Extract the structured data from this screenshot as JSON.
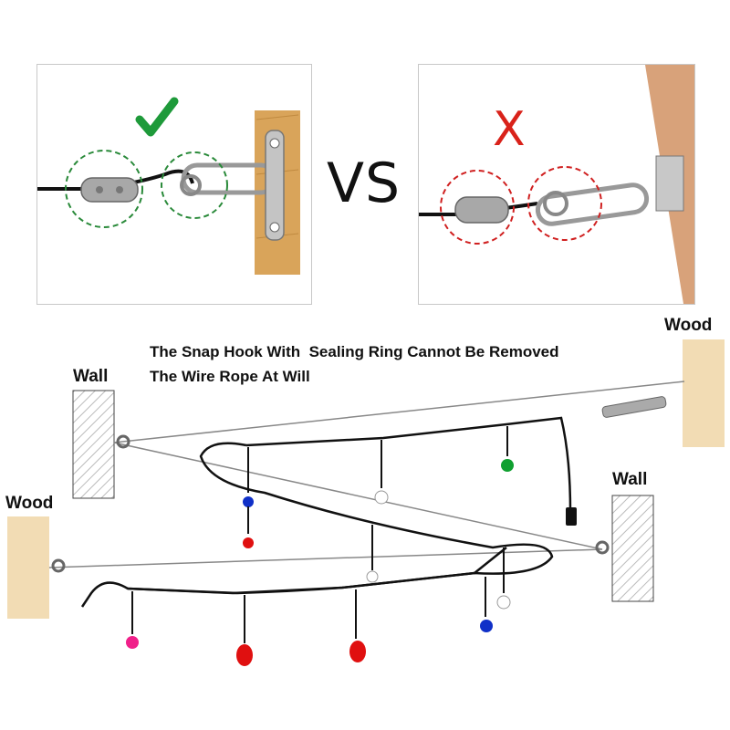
{
  "comparison": {
    "vs_text": "VS",
    "wrong_mark": "X",
    "check_mark_color": "#1e9a3a",
    "wrong_mark_color": "#d9221a"
  },
  "caption": {
    "line1": "The Snap Hook With  Sealing Ring Cannot Be Removed",
    "line2": "The Wire Rope At Will"
  },
  "labels": {
    "wall_left": "Wall",
    "wood_top_right": "Wood",
    "wood_left": "Wood",
    "wall_right": "Wall"
  },
  "bulb_colors": {
    "red": "#e01010",
    "white": "#ffffff",
    "blue": "#1030c8",
    "green": "#10a030",
    "pink": "#f0208a"
  }
}
